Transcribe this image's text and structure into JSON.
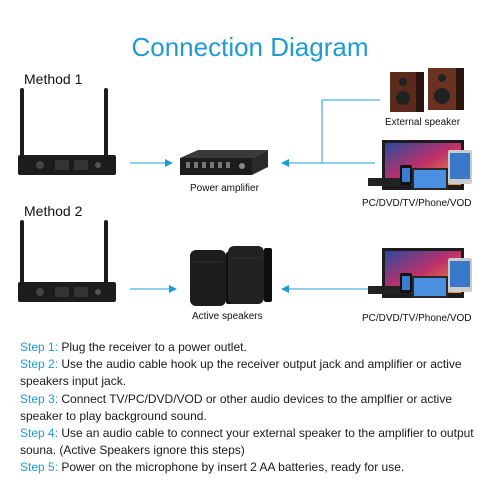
{
  "title": "Connection Diagram",
  "method1": {
    "label": "Method 1",
    "amplifier_label": "Power amplifier",
    "speaker_label": "External speaker",
    "source_label": "PC/DVD/TV/Phone/VOD"
  },
  "method2": {
    "label": "Method 2",
    "speakers_label": "Active speakers",
    "source_label": "PC/DVD/TV/Phone/VOD"
  },
  "colors": {
    "accent": "#1e9bd7",
    "device": "#1c1c1c"
  },
  "steps": [
    {
      "label": "Step 1:",
      "text": "Plug the receiver to a power outlet."
    },
    {
      "label": "Step 2:",
      "text": "Use the audio cable hook up the receiver output jack and amplifier or active speakers input jack."
    },
    {
      "label": "Step 3:",
      "text": "Connect TV/PC/DVD/VOD or other audio devices to the amplfier or active speaker to play background sound."
    },
    {
      "label": "Step 4:",
      "text": "Use an audio cable to connect your external speaker to the amplifier to output souna. (Active Speakers ignore this steps)"
    },
    {
      "label": "Step 5:",
      "text": "Power on the microphone by insert 2 AA batteries, ready for use."
    }
  ]
}
